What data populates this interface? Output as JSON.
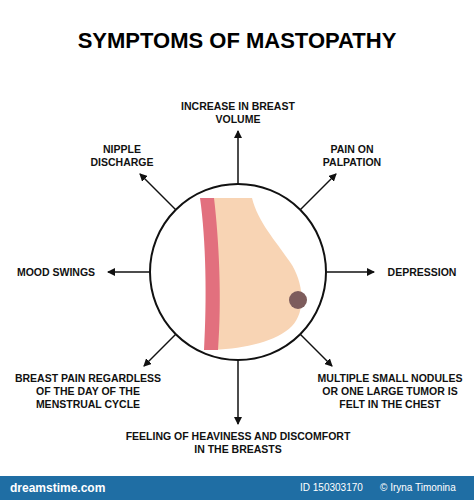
{
  "diagram": {
    "title": "SYMPTOMS OF MASTOPATHY",
    "labels": [
      "INCREASE IN BREAST VOLUME",
      "NIPPLE DISCHARGE",
      "PAIN ON PALPATION",
      "MOOD SWINGS",
      "DEPRESSION",
      "BREAST PAIN REGARDLESS OF THE DAY OF THE MENSTRUAL CYCLE",
      "MULTIPLE SMALL NODULES OR ONE LARGE TUMOR IS FELT IN THE CHEST",
      "FEELING OF HEAVINESS AND DISCOMFORT IN THE BREASTS",
      "dreamstime.com",
      "ID 150303170",
      "© Iryna Timonina"
    ]
  }
}
